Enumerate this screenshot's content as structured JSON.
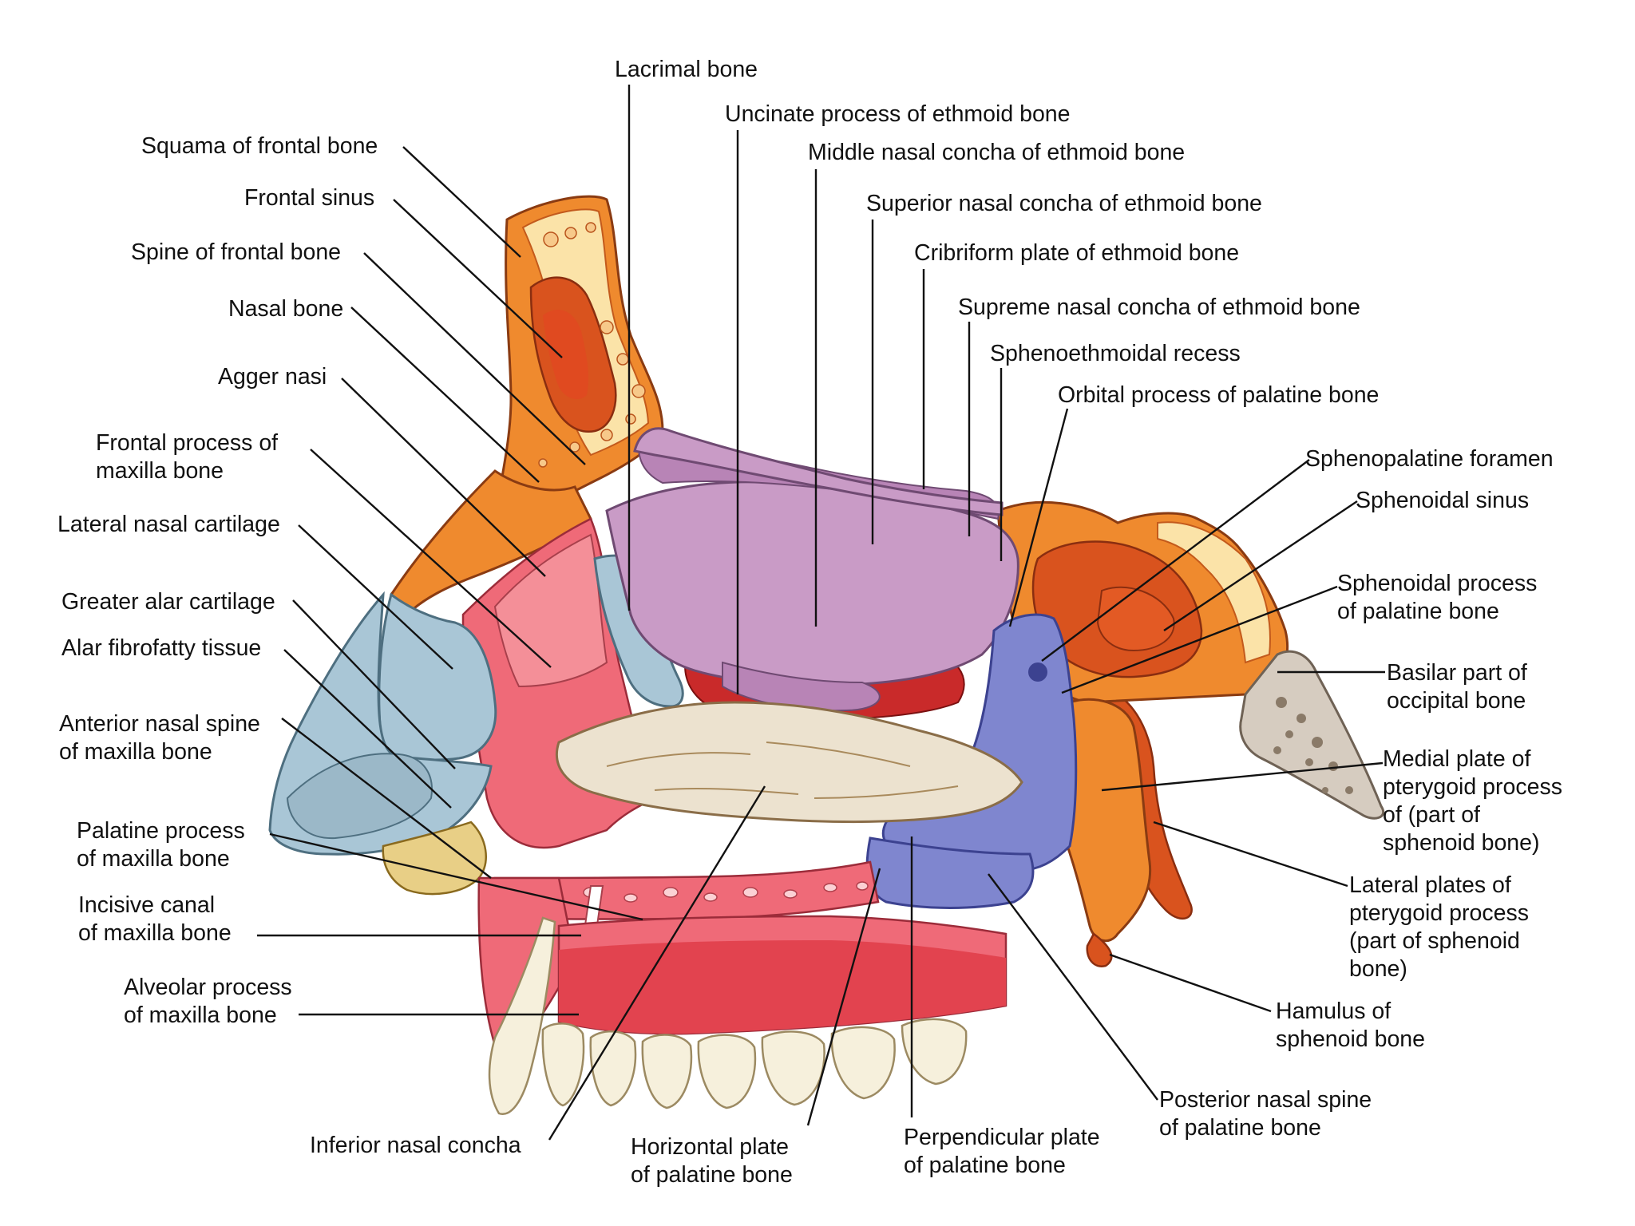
{
  "labels": {
    "lacrimal_bone": "Lacrimal bone",
    "uncinate_process": "Uncinate process of ethmoid bone",
    "middle_concha": "Middle nasal concha of ethmoid bone",
    "superior_concha": "Superior nasal concha of ethmoid bone",
    "cribriform_plate": "Cribriform plate of ethmoid bone",
    "supreme_concha": "Supreme nasal concha of ethmoid bone",
    "sphenoethmoidal_recess": "Sphenoethmoidal recess",
    "orbital_process": "Orbital process of palatine bone",
    "sphenopalatine_foramen": "Sphenopalatine foramen",
    "sphenoidal_sinus": "Sphenoidal sinus",
    "sphenoidal_process": [
      "Sphenoidal process",
      "of palatine bone"
    ],
    "basilar_part": [
      "Basilar part of",
      "occipital bone"
    ],
    "medial_plate": [
      "Medial plate of",
      "pterygoid process",
      "of (part of",
      "sphenoid bone)"
    ],
    "lateral_plates": [
      "Lateral plates of",
      "pterygoid process",
      "(part of sphenoid",
      "bone)"
    ],
    "hamulus": [
      "Hamulus of",
      "sphenoid bone"
    ],
    "posterior_nasal_spine": [
      "Posterior nasal spine",
      "of palatine bone"
    ],
    "perpendicular_plate": [
      "Perpendicular plate",
      "of palatine bone"
    ],
    "horizontal_plate": [
      "Horizontal plate",
      "of palatine bone"
    ],
    "inferior_concha": "Inferior nasal concha",
    "alveolar_process": [
      "Alveolar process",
      "of maxilla bone"
    ],
    "incisive_canal": [
      "Incisive canal",
      "of maxilla bone"
    ],
    "palatine_process": [
      "Palatine process",
      "of maxilla bone"
    ],
    "anterior_nasal_spine": [
      "Anterior nasal spine",
      "of maxilla bone"
    ],
    "alar_fibrofatty": "Alar fibrofatty tissue",
    "greater_alar": "Greater alar cartilage",
    "lateral_nasal_cartilage": "Lateral nasal cartilage",
    "frontal_process": [
      "Frontal process of",
      "maxilla bone"
    ],
    "agger_nasi": "Agger nasi",
    "nasal_bone": "Nasal bone",
    "spine_frontal": "Spine of frontal bone",
    "frontal_sinus": "Frontal sinus",
    "squama_frontal": "Squama of frontal bone"
  }
}
